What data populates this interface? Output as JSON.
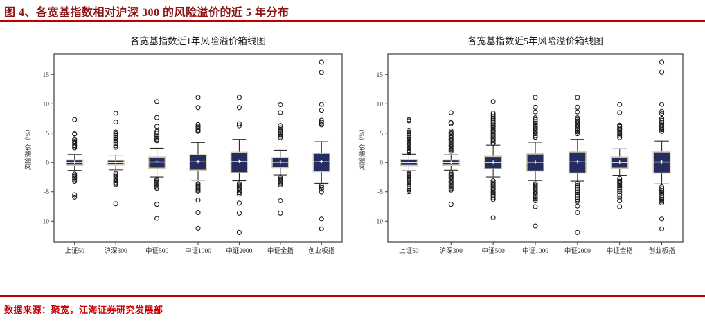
{
  "figure": {
    "title": "图 4、各宽基指数相对沪深 300 的风险溢价的近 5 年分布",
    "source_note": "数据来源：聚宽，江海证券研究发展部",
    "accent_color": "#c00000",
    "title_color": "#8c1515",
    "source_color": "#cc0000"
  },
  "chart_data": [
    {
      "id": "near-1y",
      "type": "box",
      "title": "各宽基指数近1年风险溢价箱线图",
      "xlabel": "",
      "ylabel": "风险溢价（%）",
      "ylim": [
        -13.5,
        18.5
      ],
      "yticks": [
        15,
        10,
        5,
        0,
        -5,
        -10
      ],
      "ytick_labels": [
        "15",
        "10",
        "5",
        "0",
        "-5",
        "-10"
      ],
      "grid": false,
      "legend": "none",
      "box_fill": "#252c5e",
      "box_edge": "#cfc6ab",
      "median_color": "#ffffff",
      "categories": [
        "上证50",
        "沪深300",
        "中证500",
        "中证1000",
        "中证2000",
        "中证全指",
        "创业板指"
      ],
      "boxes": [
        {
          "category": "上证50",
          "min_whisker": -1.35,
          "q1": -0.45,
          "median": 0.02,
          "mean": 0.05,
          "q3": 0.45,
          "max_whisker": 1.35,
          "outliers": [
            7.3,
            4.9,
            4.85,
            4.0,
            3.85,
            3.6,
            3.4,
            3.15,
            2.9,
            2.7,
            2.5,
            -1.95,
            -2.15,
            -2.35,
            -2.55,
            -2.7,
            -2.95,
            -3.2,
            -5.5,
            -5.9
          ]
        },
        {
          "category": "沪深300",
          "min_whisker": -1.25,
          "q1": -0.4,
          "median": 0.0,
          "mean": 0.0,
          "q3": 0.4,
          "max_whisker": 1.25,
          "outliers": [
            8.4,
            6.9,
            5.2,
            4.9,
            4.6,
            4.3,
            4.05,
            3.7,
            3.4,
            3.15,
            2.85,
            2.6,
            -1.85,
            -2.1,
            -2.35,
            -2.6,
            -2.85,
            -3.1,
            -3.35,
            -3.55,
            -3.75,
            -7.0
          ]
        },
        {
          "category": "中证500",
          "min_whisker": -2.45,
          "q1": -0.95,
          "median": 0.08,
          "mean": 0.12,
          "q3": 0.95,
          "max_whisker": 2.45,
          "outliers": [
            10.4,
            7.65,
            6.15,
            5.3,
            5.0,
            4.7,
            4.45,
            4.15,
            3.9,
            3.7,
            -2.85,
            -3.1,
            -3.4,
            -3.65,
            -3.9,
            -4.15,
            -4.4,
            -7.1,
            -9.5
          ]
        },
        {
          "category": "中证1000",
          "min_whisker": -3.0,
          "q1": -1.3,
          "median": 0.1,
          "mean": 0.18,
          "q3": 1.3,
          "max_whisker": 3.4,
          "outliers": [
            11.1,
            9.35,
            6.45,
            6.15,
            5.95,
            5.7,
            5.5,
            5.3,
            -3.6,
            -3.85,
            -4.15,
            -4.45,
            -4.7,
            -4.95,
            -6.4,
            -8.5,
            -11.2
          ]
        },
        {
          "category": "中证2000",
          "min_whisker": -3.1,
          "q1": -1.75,
          "median": 0.15,
          "mean": 0.22,
          "q3": 1.75,
          "max_whisker": 3.95,
          "outliers": [
            11.1,
            9.35,
            6.6,
            6.25,
            -3.6,
            -3.85,
            -4.1,
            -4.35,
            -4.6,
            -4.85,
            -5.1,
            -5.35,
            -6.9,
            -8.6,
            -11.9
          ]
        },
        {
          "category": "中证全指",
          "min_whisker": -2.1,
          "q1": -0.85,
          "median": 0.05,
          "mean": 0.1,
          "q3": 0.85,
          "max_whisker": 2.1,
          "outliers": [
            9.85,
            8.5,
            6.3,
            5.9,
            5.55,
            5.3,
            5.05,
            4.75,
            4.5,
            4.25,
            -2.55,
            -2.8,
            -3.05,
            -3.3,
            -3.55,
            -3.8,
            -6.5,
            -8.6
          ]
        },
        {
          "category": "创业板指",
          "min_whisker": -3.55,
          "q1": -1.55,
          "median": 0.12,
          "mean": 0.2,
          "q3": 1.55,
          "max_whisker": 3.55,
          "outliers": [
            17.1,
            15.35,
            9.9,
            8.9,
            7.2,
            6.85,
            6.6,
            6.4,
            -4.0,
            -4.25,
            -4.55,
            -5.05,
            -9.6,
            -11.3
          ]
        }
      ]
    },
    {
      "id": "near-5y",
      "type": "box",
      "title": "各宽基指数近5年风险溢价箱线图",
      "xlabel": "",
      "ylabel": "风险溢价（%）",
      "ylim": [
        -13.5,
        18.5
      ],
      "yticks": [
        15,
        10,
        5,
        0,
        -5,
        -10
      ],
      "ytick_labels": [
        "15",
        "10",
        "5",
        "0",
        "-5",
        "-10"
      ],
      "grid": false,
      "legend": "none",
      "box_fill": "#252c5e",
      "box_edge": "#cfc6ab",
      "median_color": "#ffffff",
      "categories": [
        "上证50",
        "沪深300",
        "中证500",
        "中证1000",
        "中证2000",
        "中证全指",
        "创业板指"
      ],
      "boxes": [
        {
          "category": "上证50",
          "min_whisker": -1.4,
          "q1": -0.5,
          "median": 0.0,
          "mean": 0.03,
          "q3": 0.5,
          "max_whisker": 1.4,
          "outliers": [
            7.3,
            7.1,
            5.5,
            5.2,
            4.9,
            4.6,
            4.3,
            4.05,
            3.8,
            3.55,
            3.3,
            3.05,
            2.8,
            2.55,
            2.3,
            2.05,
            1.85,
            1.7,
            -1.85,
            -2.0,
            -2.2,
            -2.4,
            -2.6,
            -2.8,
            -3.0,
            -3.25,
            -3.5,
            -3.8,
            -4.1,
            -4.4,
            -4.7,
            -5.0
          ]
        },
        {
          "category": "沪深300",
          "min_whisker": -1.3,
          "q1": -0.45,
          "median": 0.0,
          "mean": 0.0,
          "q3": 0.45,
          "max_whisker": 1.3,
          "outliers": [
            8.5,
            6.8,
            6.6,
            5.4,
            5.15,
            4.9,
            4.65,
            4.4,
            4.2,
            3.95,
            3.7,
            3.45,
            3.2,
            2.95,
            2.7,
            2.4,
            2.15,
            1.9,
            -1.8,
            -2.0,
            -2.2,
            -2.45,
            -2.7,
            -2.95,
            -3.2,
            -3.45,
            -3.7,
            -3.95,
            -4.2,
            -4.45,
            -4.7,
            -7.1
          ]
        },
        {
          "category": "中证500",
          "min_whisker": -2.45,
          "q1": -1.05,
          "median": 0.02,
          "mean": 0.07,
          "q3": 1.05,
          "max_whisker": 2.95,
          "outliers": [
            10.4,
            8.4,
            8.1,
            7.8,
            7.5,
            7.2,
            6.9,
            6.6,
            6.3,
            6.05,
            5.8,
            5.5,
            5.25,
            5.0,
            4.75,
            4.5,
            4.25,
            4.0,
            3.75,
            3.5,
            3.25,
            -3.1,
            -3.35,
            -3.6,
            -3.85,
            -4.1,
            -4.35,
            -4.6,
            -4.85,
            -5.1,
            -5.4,
            -5.7,
            -6.0,
            -6.3,
            -9.4
          ]
        },
        {
          "category": "中证1000",
          "min_whisker": -3.05,
          "q1": -1.45,
          "median": 0.05,
          "mean": 0.1,
          "q3": 1.45,
          "max_whisker": 3.45,
          "outliers": [
            11.1,
            9.4,
            8.6,
            7.6,
            7.3,
            7.0,
            6.7,
            6.4,
            6.15,
            5.9,
            5.65,
            5.4,
            5.15,
            4.9,
            4.6,
            4.3,
            -3.6,
            -3.85,
            -4.1,
            -4.35,
            -4.6,
            -4.85,
            -5.1,
            -5.35,
            -5.6,
            -5.9,
            -6.2,
            -6.5,
            -7.5,
            -10.8
          ]
        },
        {
          "category": "中证2000",
          "min_whisker": -3.15,
          "q1": -1.8,
          "median": 0.1,
          "mean": 0.15,
          "q3": 1.8,
          "max_whisker": 3.95,
          "outliers": [
            11.1,
            9.4,
            8.6,
            7.6,
            7.3,
            7.05,
            6.8,
            6.55,
            6.3,
            6.05,
            5.8,
            5.5,
            5.2,
            4.9,
            -3.6,
            -3.9,
            -4.2,
            -4.5,
            -4.8,
            -5.1,
            -5.4,
            -5.7,
            -6.0,
            -6.3,
            -6.6,
            -7.4,
            -8.5,
            -11.9
          ]
        },
        {
          "category": "中证全指",
          "min_whisker": -2.15,
          "q1": -0.95,
          "median": 0.02,
          "mean": 0.06,
          "q3": 0.95,
          "max_whisker": 2.35,
          "outliers": [
            9.9,
            8.5,
            6.35,
            6.1,
            5.85,
            5.6,
            5.35,
            5.1,
            4.85,
            4.55,
            4.25,
            -2.7,
            -2.95,
            -3.2,
            -3.45,
            -3.7,
            -3.95,
            -4.25,
            -4.6,
            -5.0,
            -5.5,
            -6.0,
            -6.5,
            -7.5
          ]
        },
        {
          "category": "创业板指",
          "min_whisker": -3.65,
          "q1": -1.8,
          "median": 0.08,
          "mean": 0.12,
          "q3": 1.8,
          "max_whisker": 3.65,
          "outliers": [
            17.1,
            15.4,
            9.9,
            8.7,
            8.3,
            7.5,
            7.2,
            6.9,
            6.6,
            6.35,
            6.1,
            5.85,
            5.6,
            5.3,
            -4.15,
            -4.45,
            -4.75,
            -5.05,
            -5.35,
            -5.65,
            -5.95,
            -6.25,
            -6.55,
            -6.85,
            -9.6,
            -11.3
          ]
        }
      ]
    }
  ]
}
